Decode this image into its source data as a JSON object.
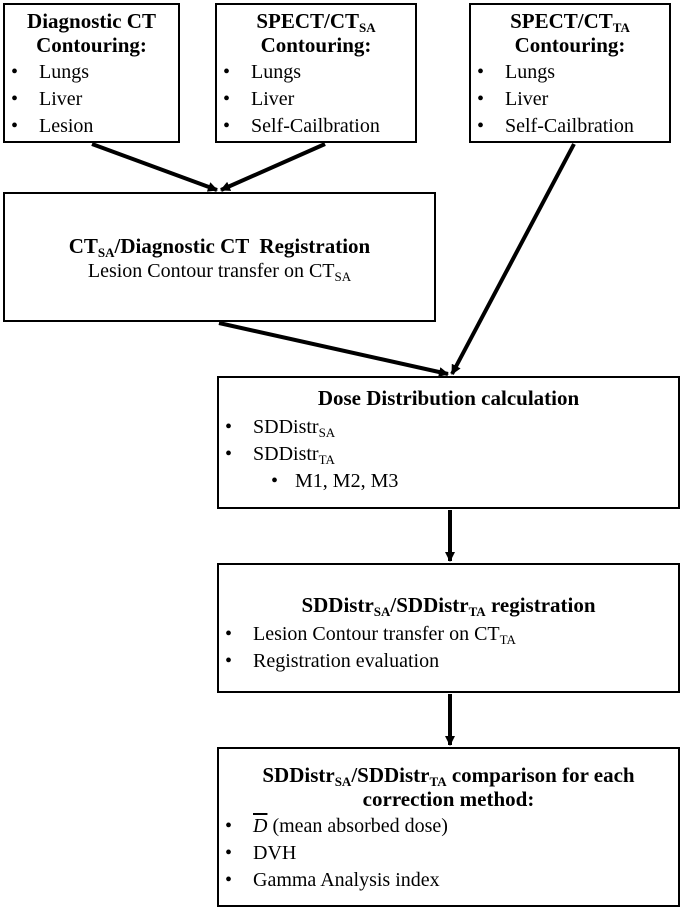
{
  "boxes": {
    "diag": {
      "title_line1": "Diagnostic CT",
      "title_line2": "Contouring:",
      "items": [
        "Lungs",
        "Liver",
        "Lesion"
      ]
    },
    "spect_sa": {
      "title_prefix": "SPECT/CT",
      "title_sub": "SA",
      "title_line2": "Contouring:",
      "items": [
        "Lungs",
        "Liver",
        "Self-Cailbration"
      ]
    },
    "spect_ta": {
      "title_prefix": "SPECT/CT",
      "title_sub": "TA",
      "title_line2": "Contouring:",
      "items": [
        "Lungs",
        "Liver",
        "Self-Cailbration"
      ]
    },
    "registration": {
      "title_ct": "CT",
      "title_sub": "SA",
      "title_rest": "/Diagnostic CT  Registration",
      "line_prefix": "Lesion Contour transfer on CT",
      "line_sub": "SA"
    },
    "dose": {
      "title": "Dose Distribution calculation",
      "item1_prefix": "SDDistr",
      "item1_sub": "SA",
      "item2_prefix": "SDDistr",
      "item2_sub": "TA",
      "subitem": "M1, M2, M3"
    },
    "sd_registration": {
      "title_a": "SDDistr",
      "title_a_sub": "SA",
      "title_b": "/SDDistr",
      "title_b_sub": "TA",
      "title_rest": " registration",
      "item1_prefix": "Lesion Contour transfer on CT",
      "item1_sub": "TA",
      "item2": "Registration evaluation"
    },
    "comparison": {
      "title_a": "SDDistr",
      "title_a_sub": "SA",
      "title_b": "/SDDistr",
      "title_b_sub": "TA",
      "title_rest": " comparison for each",
      "title_line2": "correction method:",
      "item1_symbol": "D",
      "item1_rest": " (mean absorbed dose)",
      "item2": "DVH",
      "item3": "Gamma Analysis index"
    }
  }
}
